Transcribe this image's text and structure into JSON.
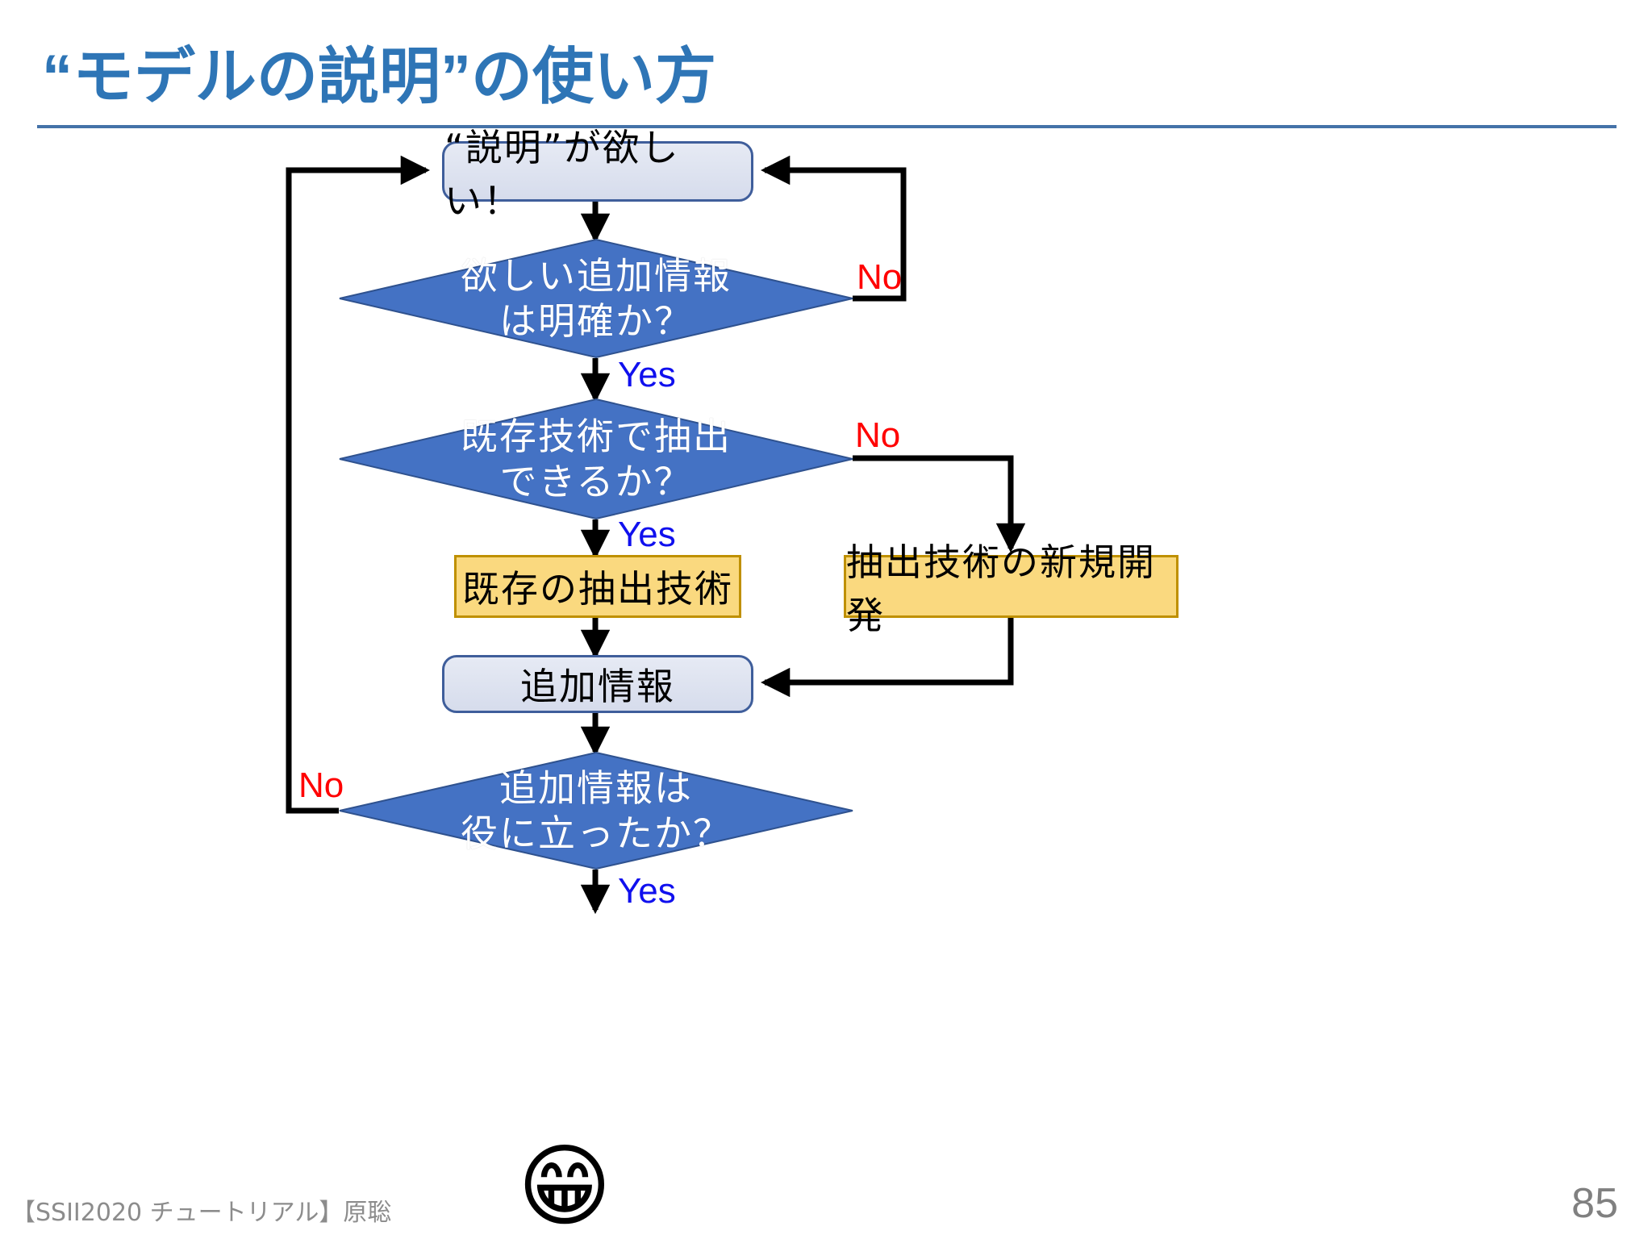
{
  "slide": {
    "title": "“モデルの説明”の使い方",
    "page_number": "85",
    "footer": "【SSII2020 チュートリアル】原聡",
    "colors": {
      "title_blue": "#2E75B6",
      "rule_blue": "#4472A8",
      "diamond_fill": "#4472C4",
      "diamond_stroke": "#2F528F",
      "process_fill": "#DCE1EF",
      "process_stroke": "#3F5E9B",
      "action_fill": "#FAD97F",
      "action_stroke": "#BF9000",
      "label_no": "#FF0000",
      "label_yes": "#1010EE",
      "footer_gray": "#8C8C8C"
    }
  },
  "flowchart": {
    "nodes": {
      "start": {
        "id": "start",
        "shape": "rounded-rect",
        "text": "“説明”が欲しい！"
      },
      "decision1": {
        "id": "decision1",
        "shape": "diamond",
        "line1": "欲しい追加情報",
        "line2": "は明確か？"
      },
      "decision2": {
        "id": "decision2",
        "shape": "diamond",
        "line1": "既存技術で抽出",
        "line2": "できるか？"
      },
      "action_existing": {
        "id": "action_existing",
        "shape": "rect",
        "text": "既存の抽出技術"
      },
      "action_new": {
        "id": "action_new",
        "shape": "rect",
        "text": "抽出技術の新規開発"
      },
      "info": {
        "id": "info",
        "shape": "rounded-rect",
        "text": "追加情報"
      },
      "decision3": {
        "id": "decision3",
        "shape": "diamond",
        "line1": "追加情報は",
        "line2": "役に立ったか？"
      },
      "end": {
        "id": "end",
        "shape": "emoji",
        "text": "😁"
      }
    },
    "edge_labels": {
      "d1_no": "No",
      "d1_yes": "Yes",
      "d2_no": "No",
      "d2_yes": "Yes",
      "d3_no": "No",
      "d3_yes": "Yes"
    }
  }
}
